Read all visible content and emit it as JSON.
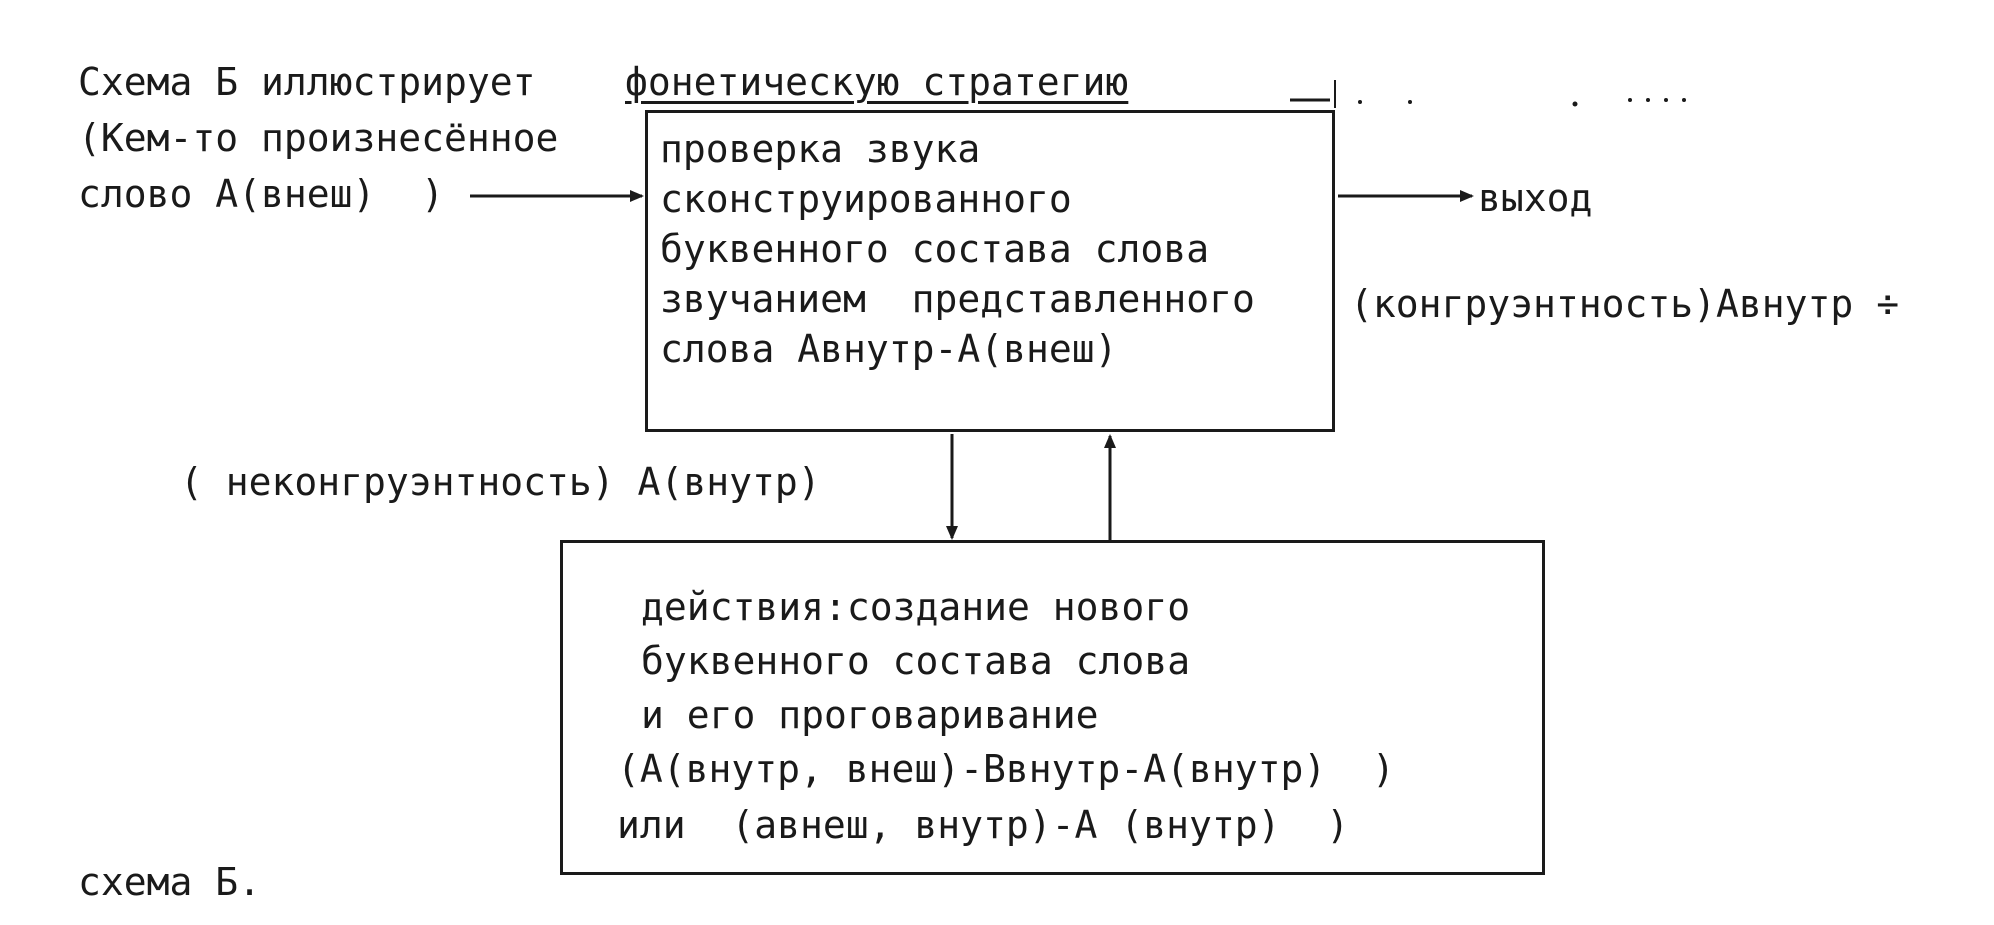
{
  "intro": {
    "lead": "Схема Б иллюстрирует",
    "strategy": "фонетическую стратегию"
  },
  "input": {
    "line1": "(Кем-то произнесённое",
    "line2": "слово А(внеш)  )"
  },
  "top_box": {
    "lines": [
      "проверка звука",
      "сконструированного",
      "буквенного состава слова",
      "звучанием  представленного",
      "слова Авнутр-А(внеш)"
    ]
  },
  "output": {
    "label": "выход",
    "congruence": "(конгруэнтность)Авнутр ÷"
  },
  "incongruence": {
    "label": "( неконгруэнтность) А(внутр)"
  },
  "bottom_box": {
    "lines": [
      "действия:создание нового",
      "буквенного состава слова",
      "и его проговаривание",
      "(А(внутр, внеш)-Ввнутр-А(внутр)  )",
      "или  (авнеш, внутр)-А (внутр)  )"
    ]
  },
  "caption": "схема Б.",
  "colors": {
    "ink": "#1a1a1a",
    "paper": "#ffffff"
  }
}
